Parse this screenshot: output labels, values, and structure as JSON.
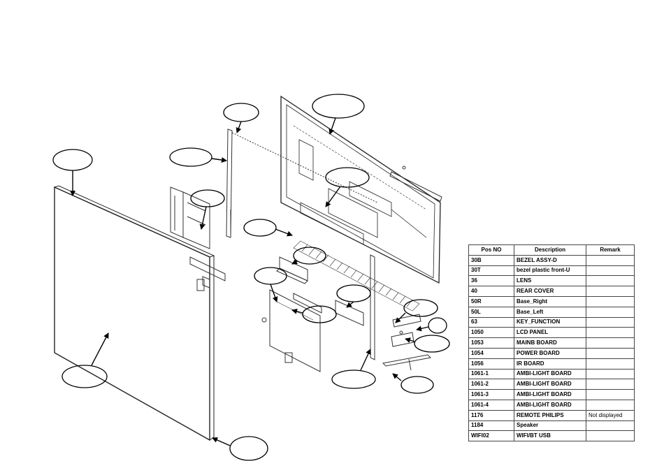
{
  "table": {
    "headers": [
      "Pos NO",
      "Description",
      "Remark"
    ],
    "rows": [
      {
        "pos": "30B",
        "desc": "BEZEL ASSY-D",
        "remark": ""
      },
      {
        "pos": "30T",
        "desc": "bezel plastic front-U",
        "remark": ""
      },
      {
        "pos": "36",
        "desc": "LENS",
        "remark": ""
      },
      {
        "pos": "40",
        "desc": "REAR COVER",
        "remark": ""
      },
      {
        "pos": "50R",
        "desc": "Base_Right",
        "remark": ""
      },
      {
        "pos": "50L",
        "desc": "Base_Left",
        "remark": ""
      },
      {
        "pos": "63",
        "desc": "KEY_FUNCTION",
        "remark": ""
      },
      {
        "pos": "1050",
        "desc": "LCD PANEL",
        "remark": ""
      },
      {
        "pos": "1053",
        "desc": "MAINB BOARD",
        "remark": ""
      },
      {
        "pos": "1054",
        "desc": "POWER BOARD",
        "remark": ""
      },
      {
        "pos": "1056",
        "desc": "IR BOARD",
        "remark": ""
      },
      {
        "pos": "1061-1",
        "desc": "AMBI-LIGHT BOARD",
        "remark": ""
      },
      {
        "pos": "1061-2",
        "desc": "AMBI-LIGHT BOARD",
        "remark": ""
      },
      {
        "pos": "1061-3",
        "desc": "AMBI-LIGHT BOARD",
        "remark": ""
      },
      {
        "pos": "1061-4",
        "desc": "AMBI-LIGHT BOARD",
        "remark": ""
      },
      {
        "pos": "1176",
        "desc": "REMOTE PHILIPS",
        "remark": "Not displayed"
      },
      {
        "pos": "1184",
        "desc": "Speaker",
        "remark": ""
      },
      {
        "pos": "WIFI02",
        "desc": "WIFI/BT USB",
        "remark": ""
      }
    ]
  }
}
